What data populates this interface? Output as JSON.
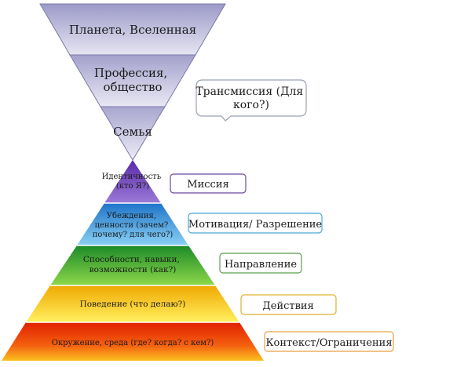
{
  "upper": {
    "levels": [
      {
        "lines": [
          "Планета, Вселенная"
        ]
      },
      {
        "lines": [
          "Профессия,",
          "общество"
        ]
      },
      {
        "lines": [
          "Семья"
        ]
      }
    ],
    "callout": {
      "lines": [
        "Трансмиссия (Для",
        "кого?)"
      ]
    }
  },
  "lower": {
    "levels": [
      {
        "lines": [
          "Идентичность",
          "(кто Я?)"
        ],
        "tag": "Миссия",
        "tag_color": "#6b4aa0"
      },
      {
        "lines": [
          "Убеждения,",
          "ценности (зачем?",
          "почему? для чего?)"
        ],
        "tag": "Мотивация/ Разрешение",
        "tag_color": "#4aa8d8"
      },
      {
        "lines": [
          "Способности, навыки,",
          "возможности (как?)"
        ],
        "tag": "Направление",
        "tag_color": "#5aa04a"
      },
      {
        "lines": [
          "Поведение  (что делаю?)"
        ],
        "tag": "Действия",
        "tag_color": "#e0b030"
      },
      {
        "lines": [
          "Окружение, среда (где?  когда? с кем?)"
        ],
        "tag": "Контекст/Ограничения",
        "tag_color": "#e8a040"
      }
    ]
  },
  "colors": {
    "upper_fill_top": "#9a98c6",
    "upper_fill_bottom": "#e2e1f0",
    "purple": "#6a3fb0",
    "blue": "#2f8fd8",
    "green": "#2ea83a",
    "yellow": "#f5c400",
    "red": "#e83010"
  }
}
